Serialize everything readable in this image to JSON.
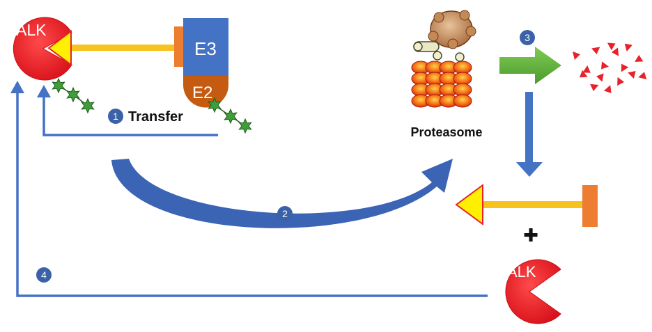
{
  "labels": {
    "alk_top": "ALK",
    "alk_bottom": "ALK",
    "e3": "E3",
    "e2": "E2",
    "transfer": "Transfer",
    "proteasome": "Proteasome"
  },
  "steps": [
    "1",
    "2",
    "3",
    "4"
  ],
  "plus_sign": "✚",
  "colors": {
    "alk_red": "#e8212a",
    "e3_blue": "#4472c4",
    "e2_orange": "#c55a11",
    "linker_yellow": "#f7c21d",
    "warhead_yellow": "#ffef00",
    "anchor_orange": "#ed7d31",
    "arrow_blue": "#4472c4",
    "arrow_green": "#63b244",
    "ubiquitin_green": "#2f8a2f",
    "step_circle": "#3b62a8"
  }
}
